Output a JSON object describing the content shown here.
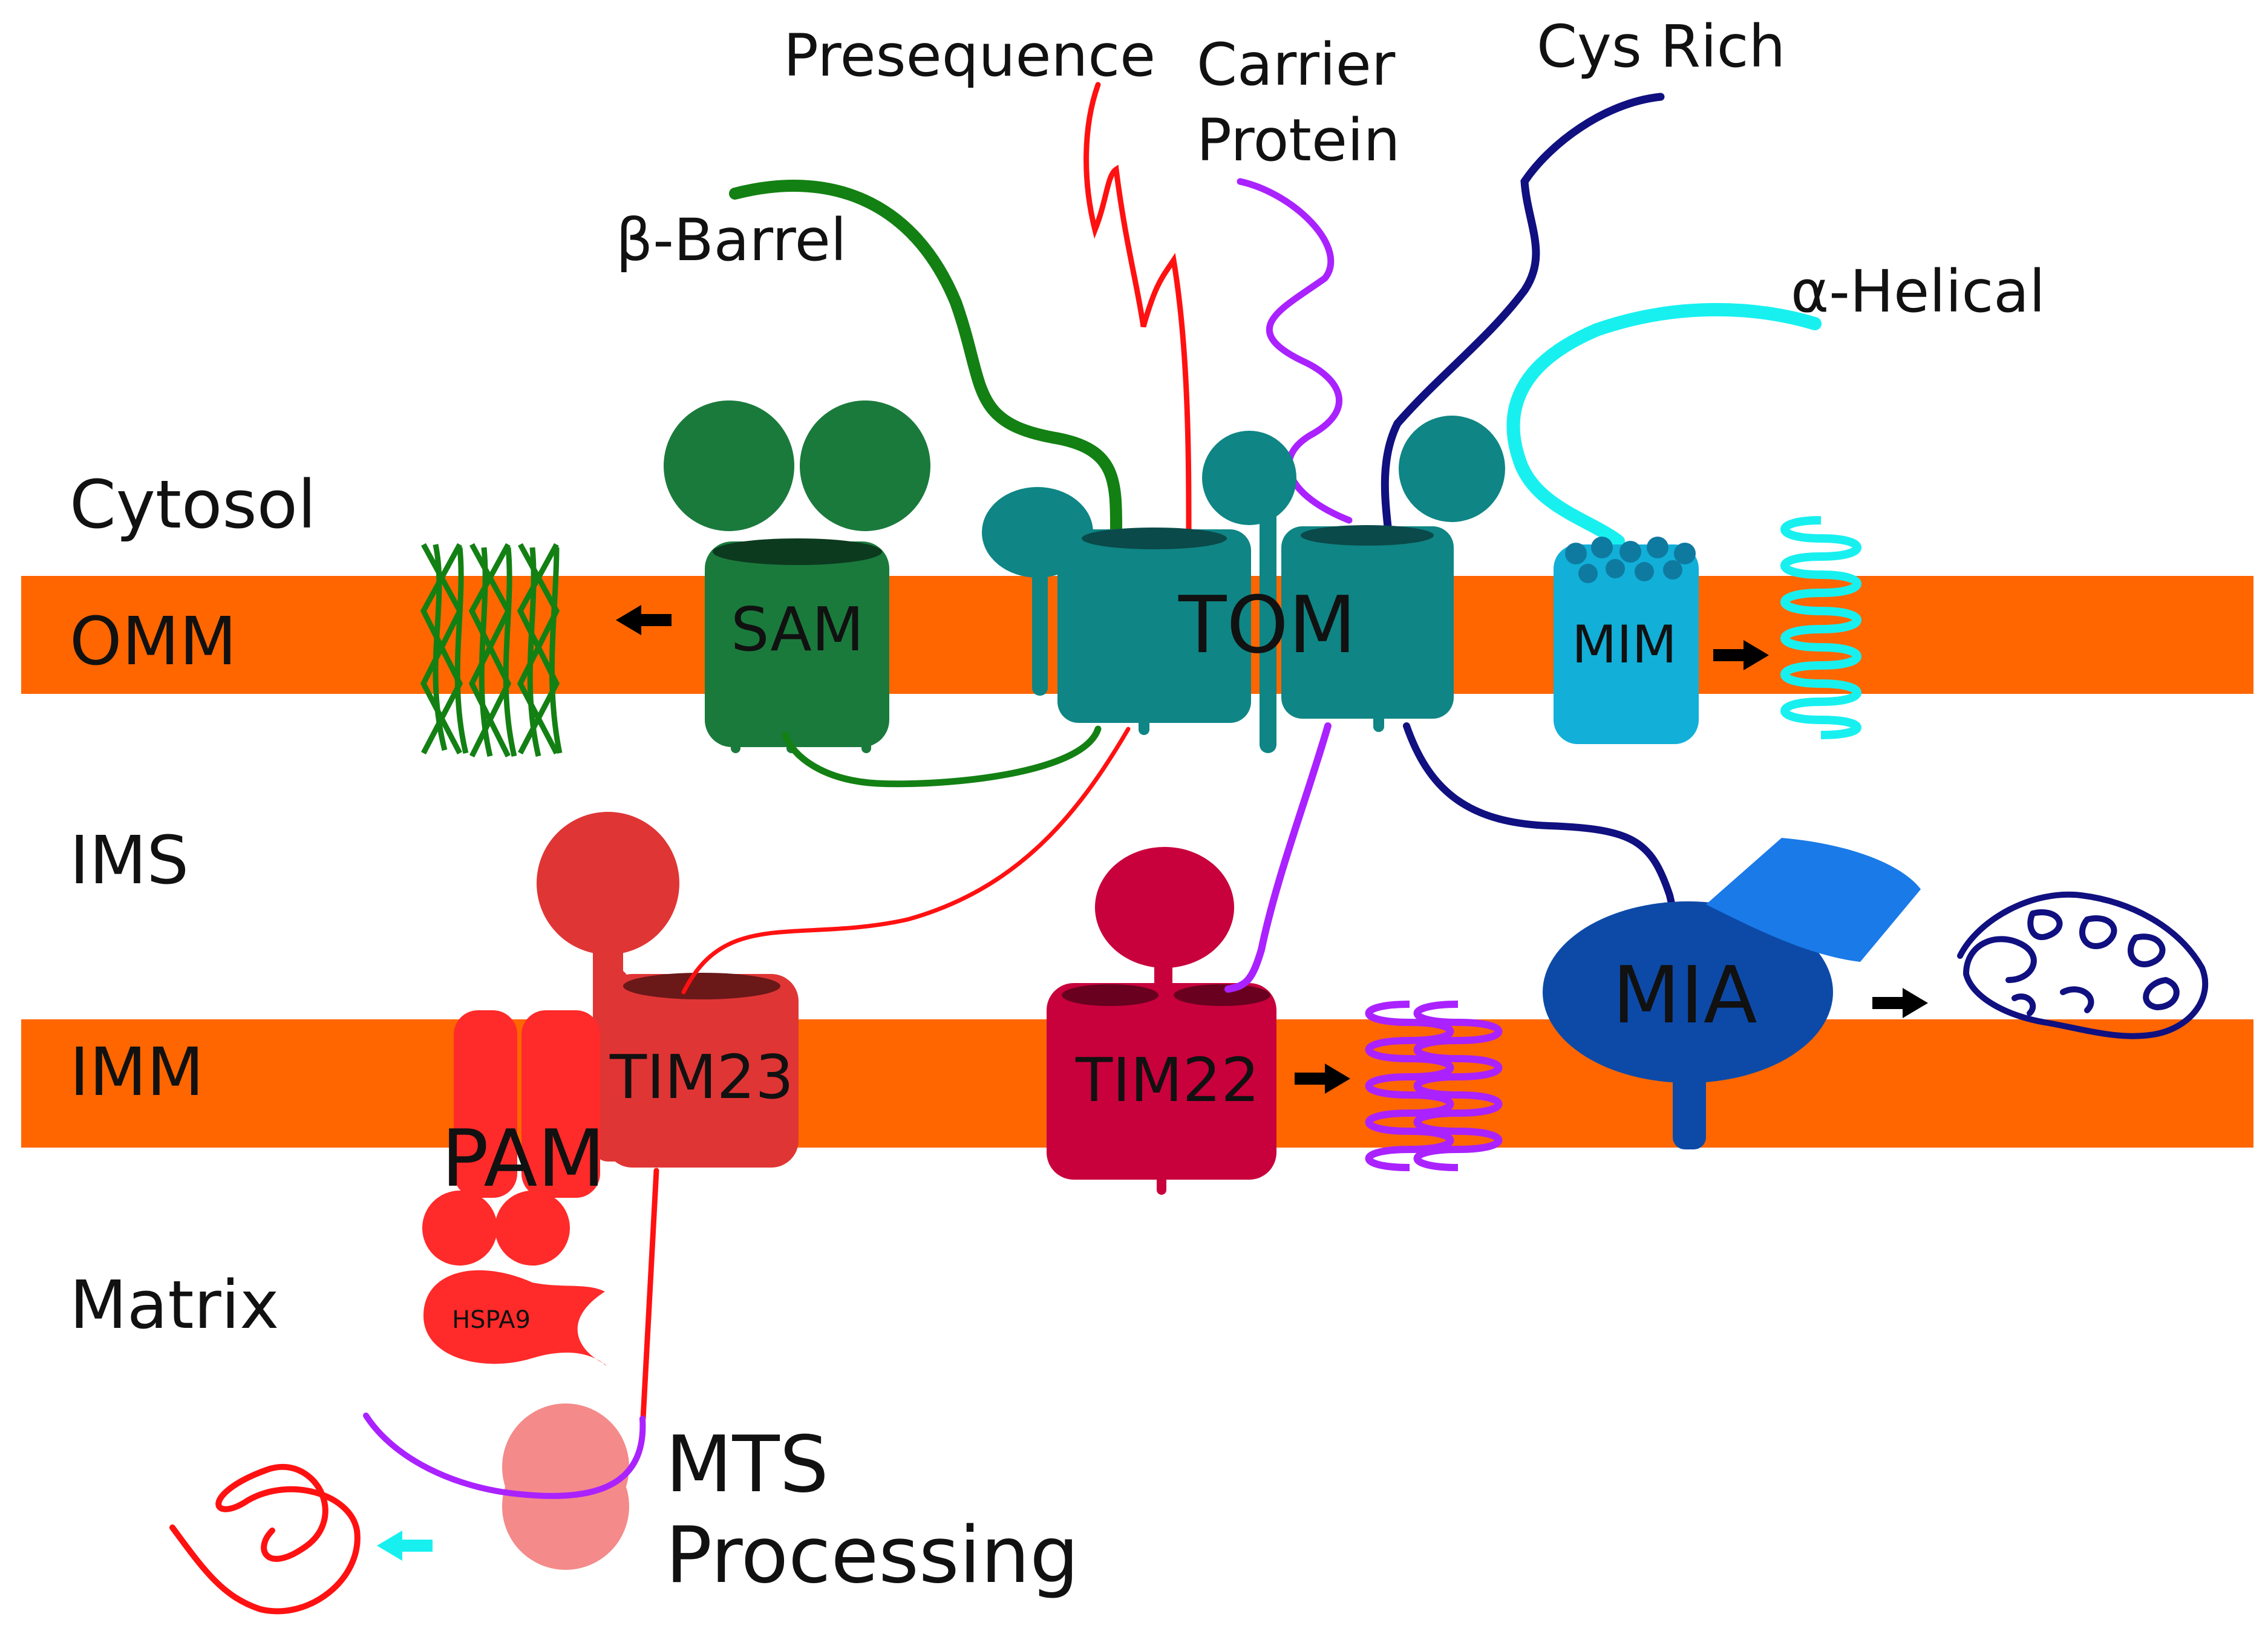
{
  "regions": {
    "cytosol": "Cytosol",
    "omm": "OMM",
    "ims": "IMS",
    "imm": "IMM",
    "matrix": "Matrix"
  },
  "cargo": {
    "presequence": "Presequence",
    "carrier_line1": "Carrier",
    "carrier_line2": "Protein",
    "cys_rich": "Cys Rich",
    "beta_barrel": "β-Barrel",
    "alpha_helical": "α-Helical"
  },
  "complexes": {
    "sam": "SAM",
    "tom": "TOM",
    "mim": "MIM",
    "tim23": "TIM23",
    "tim22": "TIM22",
    "pam": "PAM",
    "hspa9": "HSPA9",
    "mia": "MIA"
  },
  "processing": {
    "line1": "MTS",
    "line2": "Processing"
  },
  "colors": {
    "membrane": "#ff6600",
    "sam": "#1a7a3c",
    "tom": "#0f8585",
    "mim": "#12afd8",
    "tim23": "#e03535",
    "pam": "#ff2a2a",
    "tim22": "#c8003c",
    "mia": "#0d4aa8",
    "mts_processor": "#f48a8a",
    "beta_barrel_chain": "#138013",
    "presequence_chain": "#ff1111",
    "carrier_chain": "#aa22ff",
    "cys_rich_chain": "#101080",
    "alpha_helical_chain": "#18f0f0"
  },
  "icons": [
    "left-arrow-icon",
    "right-arrow-icon",
    "cyan-left-arrow-icon"
  ]
}
